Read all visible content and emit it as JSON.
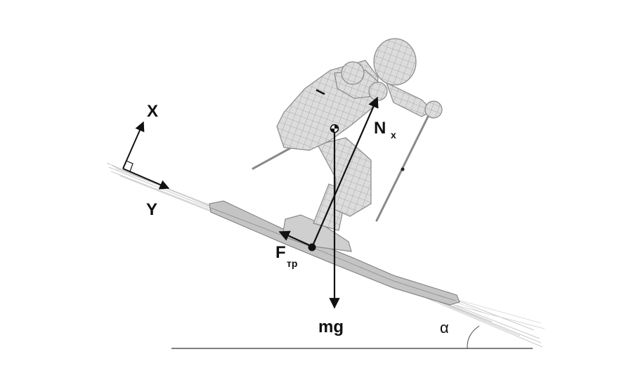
{
  "diagram": {
    "axes": {
      "x_label": "X",
      "y_label": "Y"
    },
    "forces": {
      "normal": {
        "symbol": "N",
        "subscript": "x"
      },
      "friction": {
        "symbol": "F",
        "subscript": "тр"
      },
      "gravity": {
        "symbol": "mg"
      }
    },
    "angle": {
      "symbol": "α"
    },
    "colors": {
      "ink": "#111111",
      "figure": "#9a9a9a",
      "figure_fill": "#d4d4d4",
      "ski": "#b8b8b8"
    }
  }
}
